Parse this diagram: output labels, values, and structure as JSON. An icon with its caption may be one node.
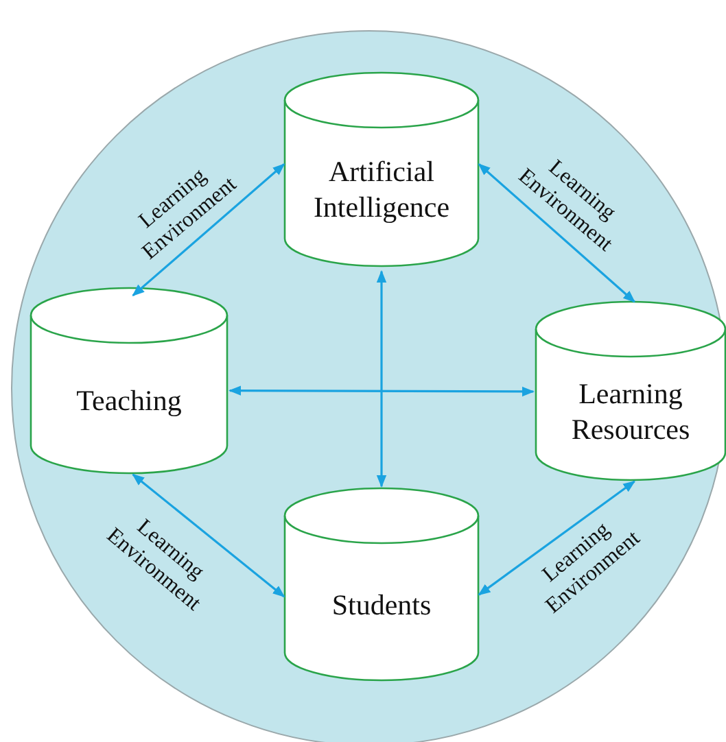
{
  "diagram": {
    "nodes": [
      {
        "text": [],
        "shape": "circle"
      },
      {
        "text": [
          "Artificial Intelligence"
        ],
        "in": 0
      },
      {
        "text": [
          "Teaching"
        ],
        "in": 0
      },
      {
        "text": [
          "Learning Resources"
        ],
        "in": 0
      },
      {
        "text": [
          "Students"
        ],
        "in": 0
      }
    ],
    "edges": [
      {
        "from": 1,
        "to": 2,
        "arrow": "both",
        "label": "Learning Environment"
      },
      {
        "from": 1,
        "to": 3,
        "arrow": "both",
        "label": "Learning Environment"
      },
      {
        "from": 2,
        "to": 4,
        "arrow": "both",
        "label": "Learning Environment"
      },
      {
        "from": 4,
        "to": 3,
        "arrow": "both",
        "label": "Learning Environment"
      },
      {
        "from": 1,
        "to": 4,
        "arrow": "both"
      },
      {
        "from": 2,
        "to": 3,
        "arrow": "both"
      }
    ]
  }
}
